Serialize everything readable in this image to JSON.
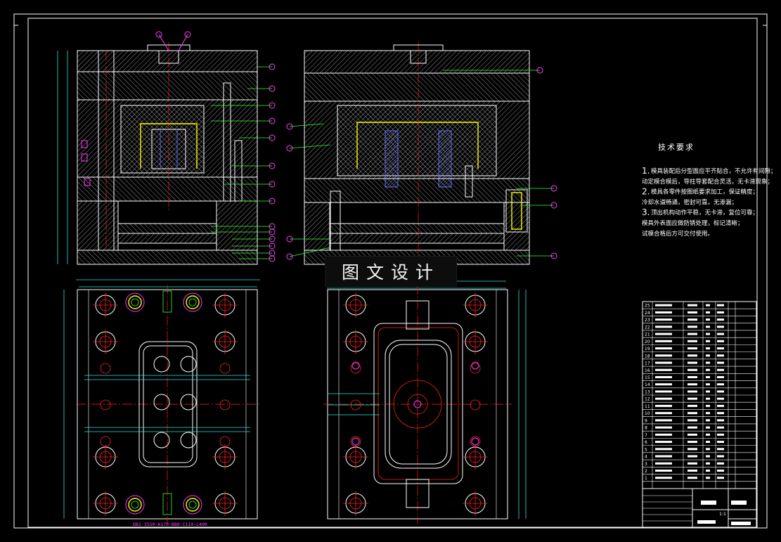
{
  "technical_requirements": {
    "title": "技术要求",
    "items": [
      {
        "number": "1.",
        "text": "模具装配后分型面应平齐贴合，不允许有间隙；"
      },
      {
        "number": "",
        "text": "动定模合模后，导柱导套配合灵活，无卡滞现象；"
      },
      {
        "number": "2.",
        "text": "模具各零件按图纸要求加工，保证精度；"
      },
      {
        "number": "",
        "text": "冷却水道畅通，密封可靠，无渗漏；"
      },
      {
        "number": "3.",
        "text": "顶出机构动作平稳，无卡滞，复位可靠；"
      },
      {
        "number": "",
        "text": "模具外表面应做防锈处理，标记清晰；"
      },
      {
        "number": "",
        "text": "试模合格后方可交付使用。"
      }
    ]
  },
  "watermark": {
    "text": "图文设计"
  },
  "mold_base_label": "DB1-3550-A170-B80-C110-L400",
  "title_block": {
    "part_name": "",
    "drawing_name": "",
    "material_label": "",
    "sheet_ratio": "1:1"
  },
  "bom_rows": [
    {
      "no": "25"
    },
    {
      "no": "24"
    },
    {
      "no": "23"
    },
    {
      "no": "22"
    },
    {
      "no": "21"
    },
    {
      "no": "20"
    },
    {
      "no": "19"
    },
    {
      "no": "18"
    },
    {
      "no": "17"
    },
    {
      "no": "16"
    },
    {
      "no": "15"
    },
    {
      "no": "14"
    },
    {
      "no": "13"
    },
    {
      "no": "12"
    },
    {
      "no": "11"
    },
    {
      "no": "10"
    },
    {
      "no": "9"
    },
    {
      "no": "8"
    },
    {
      "no": "7"
    },
    {
      "no": "6"
    },
    {
      "no": "5"
    },
    {
      "no": "4"
    },
    {
      "no": "3"
    },
    {
      "no": "2"
    },
    {
      "no": "1"
    }
  ],
  "colors": {
    "background": "#000000",
    "lines": "#ffffff",
    "part_outline": "#ffff00",
    "balloons": "#ff3cff",
    "center_lines": "#ff2020",
    "dimensions": "#33e0e0"
  }
}
